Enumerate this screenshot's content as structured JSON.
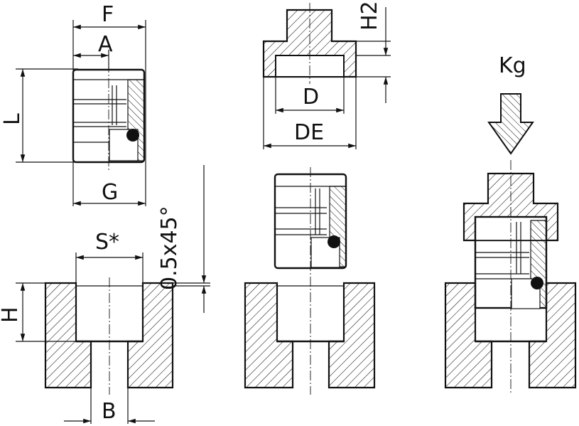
{
  "labels": {
    "F": "F",
    "A": "A",
    "L": "L",
    "G": "G",
    "H2": "H2",
    "D": "D",
    "DE": "DE",
    "Kg": "Kg",
    "chamfer": "0.5x45°",
    "S": "S*",
    "H": "H",
    "B": "B"
  }
}
